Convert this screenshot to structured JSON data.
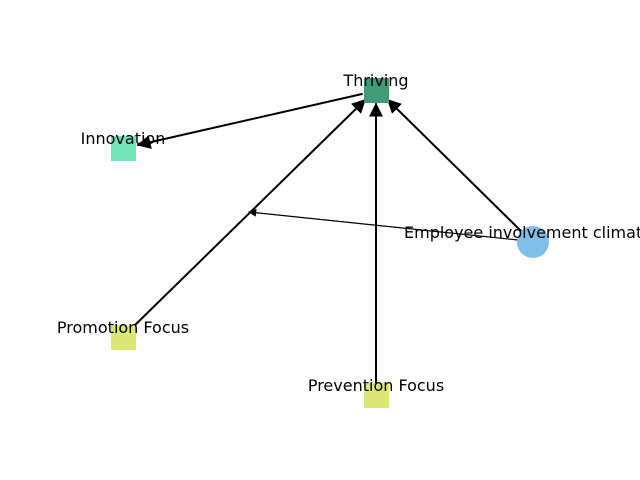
{
  "diagram": {
    "nodes": [
      {
        "id": "thriving",
        "label": "Thriving",
        "shape": "square",
        "color": "#439a76"
      },
      {
        "id": "innovation",
        "label": "Innovation",
        "shape": "square",
        "color": "#72e3ba"
      },
      {
        "id": "promotion",
        "label": "Promotion Focus",
        "shape": "square",
        "color": "#dbe873"
      },
      {
        "id": "prevention",
        "label": "Prevention Focus",
        "shape": "square",
        "color": "#dbe873"
      },
      {
        "id": "climate",
        "label": "Employee involvement climate",
        "shape": "circle",
        "color": "#7fbee8"
      }
    ],
    "edges": [
      {
        "from": "thriving",
        "to": "innovation",
        "type": "direct"
      },
      {
        "from": "promotion",
        "to": "thriving",
        "type": "direct"
      },
      {
        "from": "prevention",
        "to": "thriving",
        "type": "direct"
      },
      {
        "from": "climate",
        "to": "thriving",
        "type": "direct"
      },
      {
        "from": "climate",
        "to": "promotion->thriving",
        "type": "moderation"
      }
    ]
  }
}
